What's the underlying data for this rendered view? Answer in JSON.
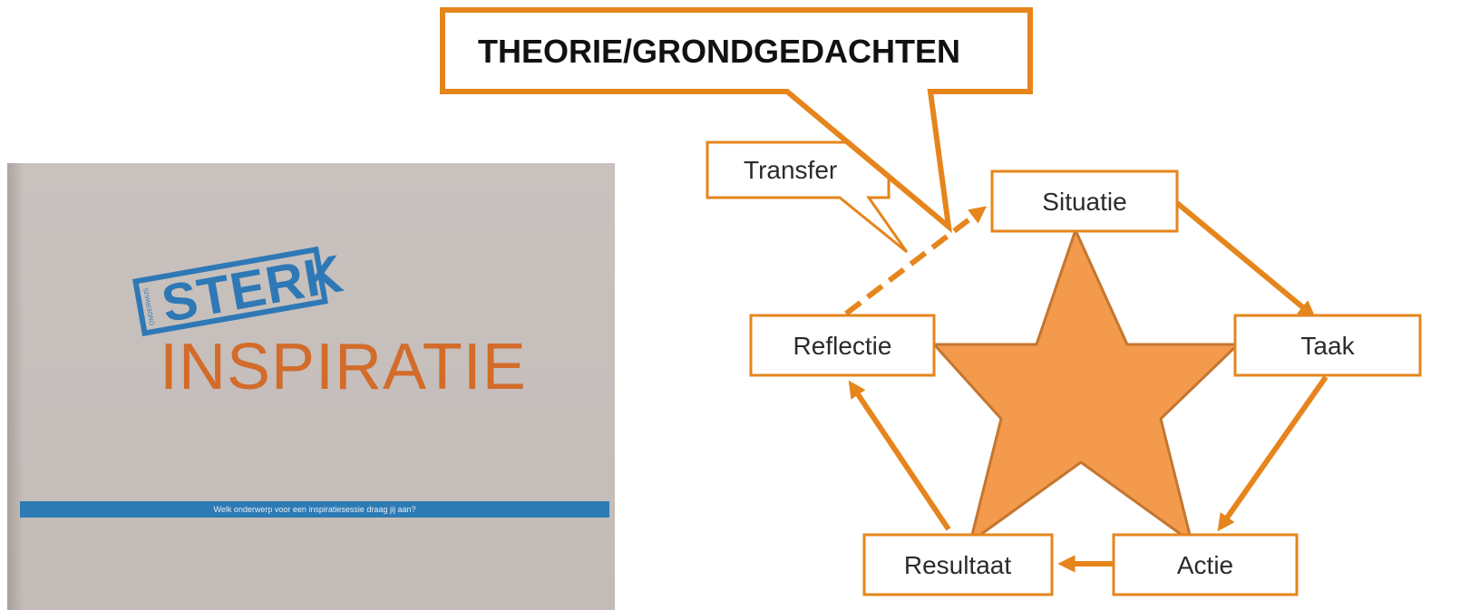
{
  "colors": {
    "accent": "#e5851c",
    "star_fill": "#f49a4d",
    "star_stroke": "#c4762f",
    "card_blue": "#2f78b6",
    "card_orange": "#d36b2a"
  },
  "card": {
    "logo_word": "STERK",
    "logo_tiny": "ONDERWIJS",
    "title": "INSPIRATIE",
    "band_text": "Welk onderwerp voor een inspiratiesessie draag jij aan?"
  },
  "diagram": {
    "theory_label": "THEORIE/GRONDGEDACHTEN",
    "transfer_label": "Transfer",
    "steps": {
      "situatie": "Situatie",
      "taak": "Taak",
      "actie": "Actie",
      "resultaat": "Resultaat",
      "reflectie": "Reflectie"
    }
  }
}
